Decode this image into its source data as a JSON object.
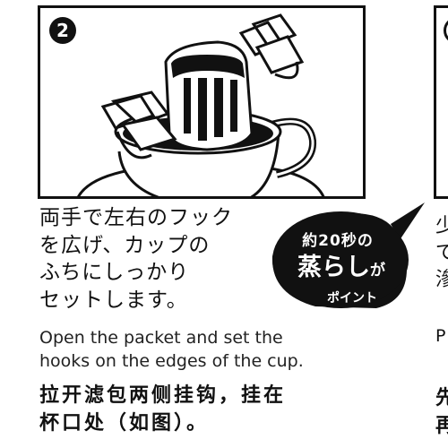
{
  "step": {
    "number": "2"
  },
  "japanese_lines": [
    "両手で左右のフック",
    "を広げ、カップの",
    "ふちにしっかり",
    "セットします。"
  ],
  "callout": {
    "line1": "約20秒の",
    "line2_main": "蒸らし",
    "line2_suffix": "が",
    "line3": "ポイント",
    "color": "#111111"
  },
  "english_lines": [
    "Open the packet and set the",
    "hooks on the edges of the cup."
  ],
  "chinese_lines": [
    "拉开滤包两侧挂钩，挂在",
    "杯口处（如图）。"
  ],
  "next_column_partial": [
    "少",
    "で",
    "滲",
    "P",
    "先",
    "再"
  ],
  "colors": {
    "ink": "#111111",
    "paper": "#ffffff"
  }
}
